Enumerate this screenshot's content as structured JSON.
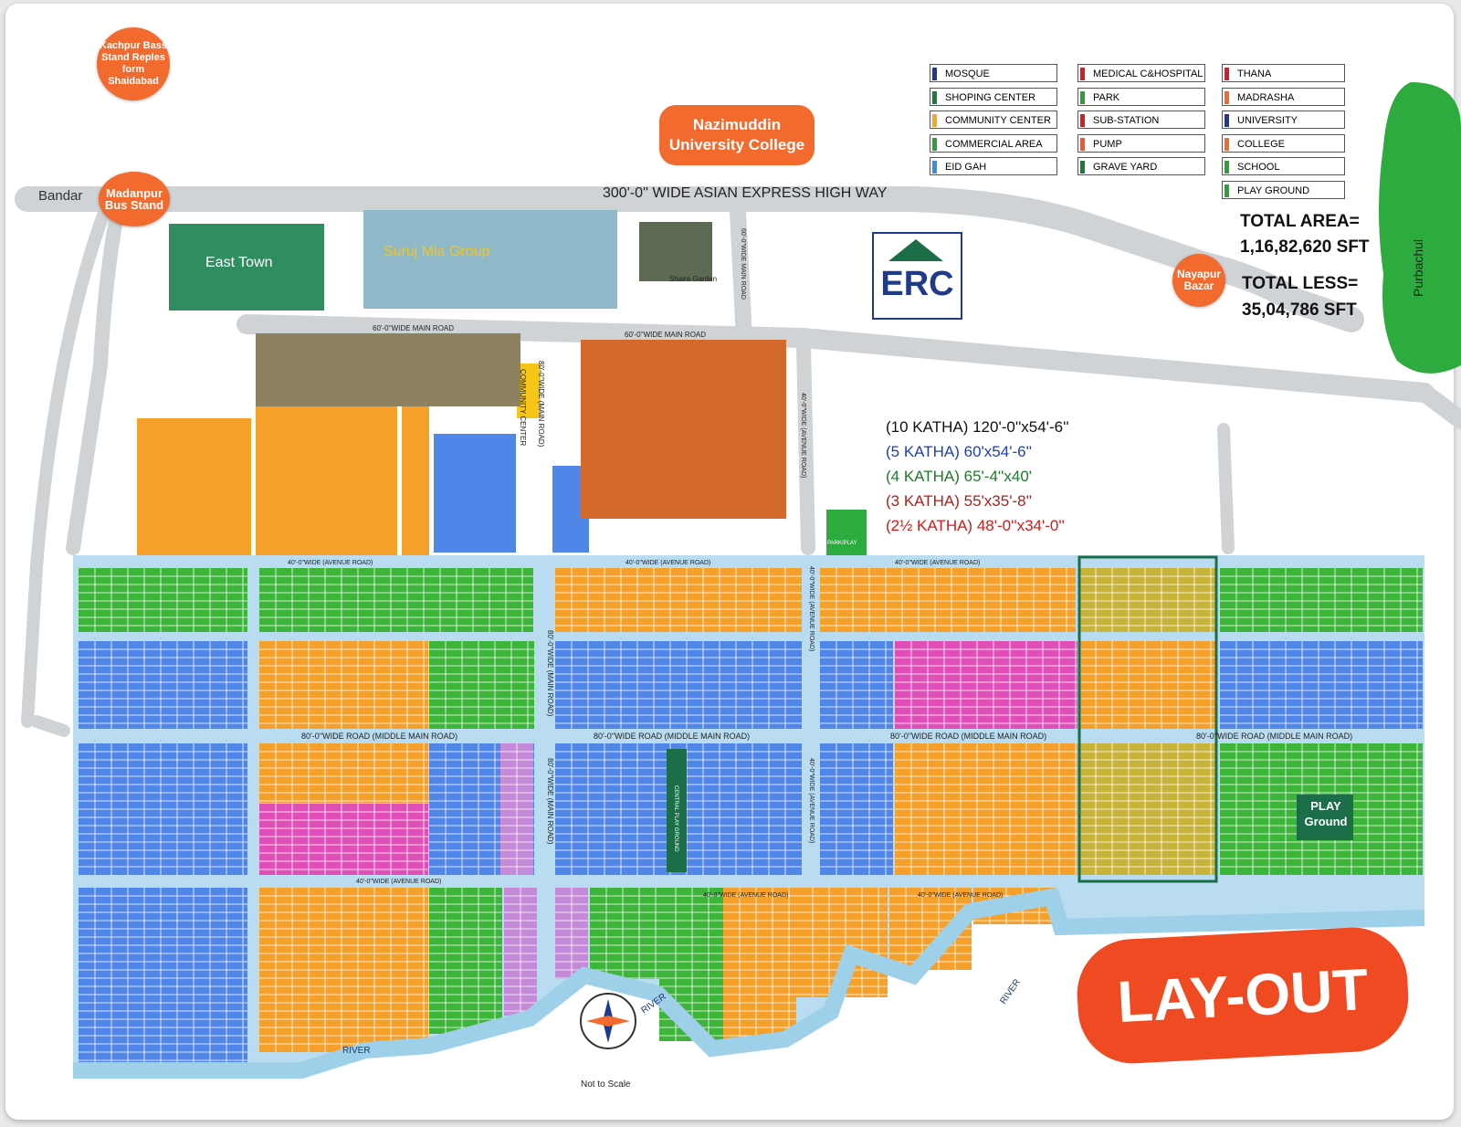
{
  "places": {
    "kachpur": "Kachpur Bass Stand Reples form Shaidabad",
    "madanpur": "Madanpur Bus Stand",
    "bandar": "Bandar",
    "nayapur": "Nayapur Bazar",
    "purbachul": "Purbachul",
    "nazimuddin": "Nazimuddin University College",
    "east_town": "East Town",
    "suruj": "Suruj Mia Group",
    "shaira": "Shaira Garden",
    "erc": "ERC",
    "community_center": "COMMUNITY CENTER",
    "park_play": "PARK/PLAY",
    "play_ground": "PLAY Ground",
    "central_play": "CENTRAL PLAY GROUND",
    "not_to_scale": "Not to Scale",
    "river": "RIVER"
  },
  "roads": {
    "highway": "300'-0'' WIDE ASIAN EXPRESS HIGH WAY",
    "main_60": "60'-0''WIDE MAIN ROAD",
    "avenue_40": "40'-0''WIDE (AVENUE ROAD)",
    "middle_main_80": "80'-0''WIDE ROAD (MIDDLE MAIN ROAD)",
    "main_80_vertical": "80'-0''WIDE (MAIN ROAD)",
    "avenue_40_vertical": "40'-0''WIDE (AVENUE ROAD)",
    "avenue_40_short": "40'-0''WIDE (AVENUE ROAD)",
    "main_60_vertical": "60'-0''WIDE MAIN ROAD"
  },
  "legend": [
    {
      "label": "MOSQUE",
      "color": "#1f3a8a"
    },
    {
      "label": "SHOPING CENTER",
      "color": "#1f7a3a"
    },
    {
      "label": "COMMUNITY CENTER",
      "color": "#f5a623"
    },
    {
      "label": "COMMERCIAL AREA",
      "color": "#2e9e3a"
    },
    {
      "label": "EID GAH",
      "color": "#3b8fe0"
    },
    {
      "label": "MEDICAL C&HOSPITAL",
      "color": "#d0202a"
    },
    {
      "label": "PARK",
      "color": "#2e9e3a"
    },
    {
      "label": "SUB-STATION",
      "color": "#d0202a"
    },
    {
      "label": "PUMP",
      "color": "#f2552b"
    },
    {
      "label": "GRAVE YARD",
      "color": "#1f7a3a"
    },
    {
      "label": "THANA",
      "color": "#d0202a"
    },
    {
      "label": "MADRASHA",
      "color": "#f26a2e"
    },
    {
      "label": "UNIVERSITY",
      "color": "#1f3a8a"
    },
    {
      "label": "COLLEGE",
      "color": "#f26a2e"
    },
    {
      "label": "SCHOOL",
      "color": "#2e9e3a"
    },
    {
      "label": "PLAY GROUND",
      "color": "#2e9e3a"
    }
  ],
  "totals": {
    "area_label": "TOTAL AREA=",
    "area_value": "1,16,82,620 SFT",
    "less_label": "TOTAL LESS=",
    "less_value": "35,04,786 SFT"
  },
  "plot_sizes": [
    {
      "text": "(10 KATHA) 120'-0''x54'-6''",
      "color": "#111111"
    },
    {
      "text": "(5 KATHA) 60'x54'-6''",
      "color": "#1f3fb0"
    },
    {
      "text": "(4 KATHA) 65'-4''x40'",
      "color": "#1f7a2a"
    },
    {
      "text": "(3 KATHA) 55'x35'-8''",
      "color": "#b0201a"
    },
    {
      "text": "(2½ KATHA) 48'-0''x34'-0''",
      "color": "#d01a1a"
    }
  ],
  "title": "LAY-OUT",
  "colors": {
    "blue_plot": "#4f86e8",
    "orange_plot": "#f5a02a",
    "green_plot": "#3db53b",
    "magenta_plot": "#e04fb8",
    "purple_plot": "#c58ad8",
    "olive_plot": "#c9b23a",
    "road": "#b9dcf0",
    "river": "#b9dcf0",
    "grey_road": "#cfd3d6",
    "accent_orange": "#f26a2e",
    "layout_red": "#f04a23"
  }
}
